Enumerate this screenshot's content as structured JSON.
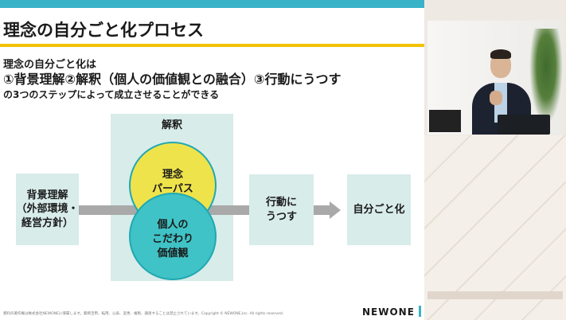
{
  "slide": {
    "title": "理念の自分ごと化プロセス",
    "lead_line1": "理念の自分ごと化は",
    "lead_line2": "①背景理解②解釈（個人の価値観との融合）③行動にうつす",
    "lead_line3": "の3つのステップによって成立させることができる"
  },
  "diagram": {
    "background": {
      "line1": "背景理解",
      "line2": "（外部環境・",
      "line3": "経営方針）"
    },
    "interpretation": {
      "label": "解釈",
      "circle_top": {
        "line1": "理念",
        "line2": "パーパス"
      },
      "circle_bottom": {
        "line1": "個人の",
        "line2": "こだわり",
        "line3": "価値観"
      }
    },
    "action": {
      "line1": "行動に",
      "line2": "うつす"
    },
    "self": {
      "label": "自分ごと化"
    }
  },
  "footer": {
    "copyright": "資料の著作権は株式会社NEWONEに帰属します。無断活用、転用、公表、変更、複製、譲渡することは禁止されています。Copyright © NEWONE,Inc.  All rights reserved.",
    "logo": "NEWONE"
  },
  "colors": {
    "accent_teal": "#39b3c7",
    "title_underline": "#f2c200",
    "box_fill": "#d8ecea",
    "circle_yellow": "#efe34b",
    "circle_teal": "#40c3c6",
    "arrow_gray": "#a9a9a9"
  },
  "presenter": {
    "icon": "webcam-video-feed"
  }
}
